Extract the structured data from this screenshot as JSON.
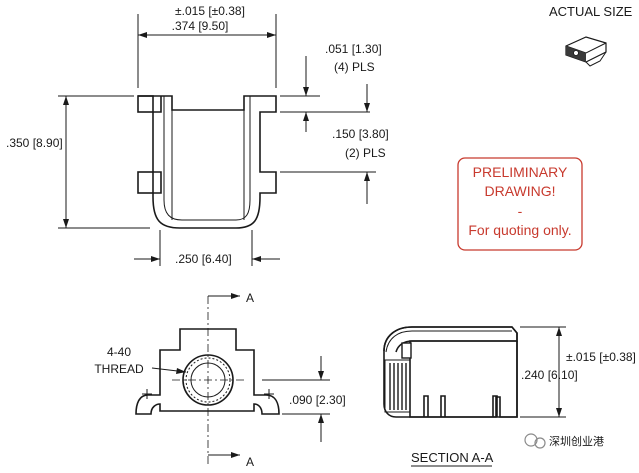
{
  "top_view": {
    "width_dim": ".374 [9.50]",
    "width_tol": "±.015 [±0.38]",
    "tab_dim": ".051 [1.30]",
    "tab_qty": "(4) PLS",
    "height_dim": ".350 [8.90]",
    "pitch_dim": ".150 [3.80]",
    "pitch_qty": "(2) PLS",
    "base_dim": ".250 [6.40]"
  },
  "actual_size": {
    "label": "ACTUAL SIZE"
  },
  "stamp": {
    "line1": "PRELIMINARY",
    "line2": "DRAWING!",
    "line3": "-",
    "line4": "For quoting only.",
    "color": "#c83a2e"
  },
  "front_view": {
    "section_mark": "A",
    "thread_line1": "4-40",
    "thread_line2": "THREAD",
    "tail_dim": ".090 [2.30]"
  },
  "section_view": {
    "height_dim": ".240 [6.10]",
    "height_tol": "±.015 [±0.38]",
    "label": "SECTION A-A"
  },
  "watermark": {
    "text": "深圳创业港"
  }
}
